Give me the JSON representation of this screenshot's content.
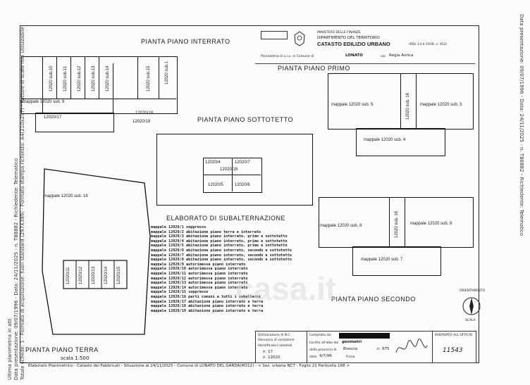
{
  "margins": {
    "left_line1": "Ultima planimetria in atti",
    "left_line2": "Data presentazione: 09/07/1996 - Data: 24/11/2025 - n. T88882 - Richiedente: Telematico",
    "left_line3": "Totale schede: 1 - Formato di acquisizione: fuori standard (297X399) - Formato stampa richiesto: A4(210x297) - Fattore di scala non utilizzabile",
    "right_line1": "Data presentazione: 09/07/1996 - Data: 24/11/2025 - n. T88882 - Richiedente: Telematico"
  },
  "header": {
    "ministry": "MINISTERO DELLE FINANZE",
    "department": "DIPARTIMENTO DEL TERRITORIO",
    "catasto": "CATASTO EDILIZIO URBANO",
    "decree": "(RDL 13-4-1939, n. 652)",
    "planimetria_prefix": "Planimetria di u.i.u. in Comune di",
    "comune": "LONATO",
    "via_label": "via",
    "via": "Regia Antica"
  },
  "plans": {
    "interrato": "PIANTA PIANO INTERRATO",
    "primo": "PIANTA PIANO PRIMO",
    "sottotetto": "PIANTA PIANO SOTTOTETTO",
    "secondo": "PIANTA PIANO SECONDO",
    "terra": "PIANTA PIANO TERRA",
    "scala": "scala 1:500",
    "elaborato": "ELABORATO DI SUBALTERNAZIONE"
  },
  "labels": {
    "sub5": "mappale 12020 sub. 5",
    "sub3": "mappale 12020 sub. 3",
    "sub4": "mappale 12020 sub. 4",
    "sub16": "12020 sub. 16",
    "sub8": "mappale 12020 sub. 8",
    "sub6": "mappale 12020 sub. 6",
    "sub7": "mappale 12020 sub. 7",
    "sub16b": "12020 sub. 16",
    "terra16": "mappale 12020 sub. 16",
    "interrato_sub9": "mappale 12020 sub. 9",
    "interrato_sub17": "12020/17",
    "interrato_sub18": "12020/18",
    "interrato_sub19": "12020/19",
    "sottotetto_4": "12020/4",
    "sottotetto_7": "12020/7",
    "sottotetto_16": "12020/16",
    "sottotetto_5": "12020/5",
    "sottotetto_6": "12020/6",
    "terra_units": [
      "12020/11",
      "12020/12",
      "12020/13",
      "12020/14",
      "12020/15"
    ],
    "interrato_units": [
      "12020 sub.10",
      "12020 sub.11",
      "12020 sub.12",
      "12020 sub.13",
      "12020 sub.14",
      "12020 sub.15",
      "12020 sub.1"
    ],
    "orientamento": "ORIENTAMENTO",
    "scala_label": "SCALA",
    "watermark": "casa.it"
  },
  "subalterni": [
    "mappale 12020/1  soppresso",
    "mappale 12020/2  abitazione piano terra e interrato",
    "mappale 12020/3  abitazione piano interrato, primo e sottotetto",
    "mappale 12020/4  abitazione piano interrato, primo e sottotetto",
    "mappale 12020/5  abitazione piano interrato, primo e sottotetto",
    "mappale 12020/6  abitazione piano interrato, secondo e sottotetto",
    "mappale 12020/7  abitazione piano interrato, secondo e sottotetto",
    "mappale 12020/8  abitazione piano interrato, secondo e sottotetto",
    "mappale 12020/9  autorimessa piano interrato",
    "mappale 12020/10  autorimessa piano interrato",
    "mappale 12020/11  autorimessa piano interrato",
    "mappale 12020/12  autorimessa piano interrato",
    "mappale 12020/13  autorimessa piano interrato",
    "mappale 12020/14  autorimessa piano interrato",
    "mappale 12020/15  soppresso",
    "mappale 12020/16  parti comuni a tutti i subalterni",
    "mappale 12020/17  abitazione piano interrato e terra",
    "mappale 12020/18  abitazione piano interrato e terra",
    "mappale 12020/19  abitazione piano interrato e terra"
  ],
  "footer": {
    "dichiarazione": "Dichiarazione di N.C.",
    "denuncia": "Denuncia di variazione",
    "identificativi": "Identificativi catastali",
    "foglio": "n. 17",
    "mappale": "n. 12020",
    "compilata": "Compilata da:",
    "iscritto": "Iscritto all'albo dei",
    "albo": "geometri",
    "provincia_label": "della provincia di",
    "provincia": "Brescia",
    "numero": "n. 975",
    "data_label": "data",
    "data": "9/7/96",
    "firma": "Firma",
    "riservato": "RISERVATO ALL'UFFICIO",
    "ufficio_num": "11543",
    "bottom_line": "Elaborato Planimetrico - Catasto dei Fabbricati - Situazione al 24/11/2025 - Comune di LONATO DEL GARDA(M312) - < Sez. urbana NCT - Foglio 21 Particella 168 >"
  }
}
